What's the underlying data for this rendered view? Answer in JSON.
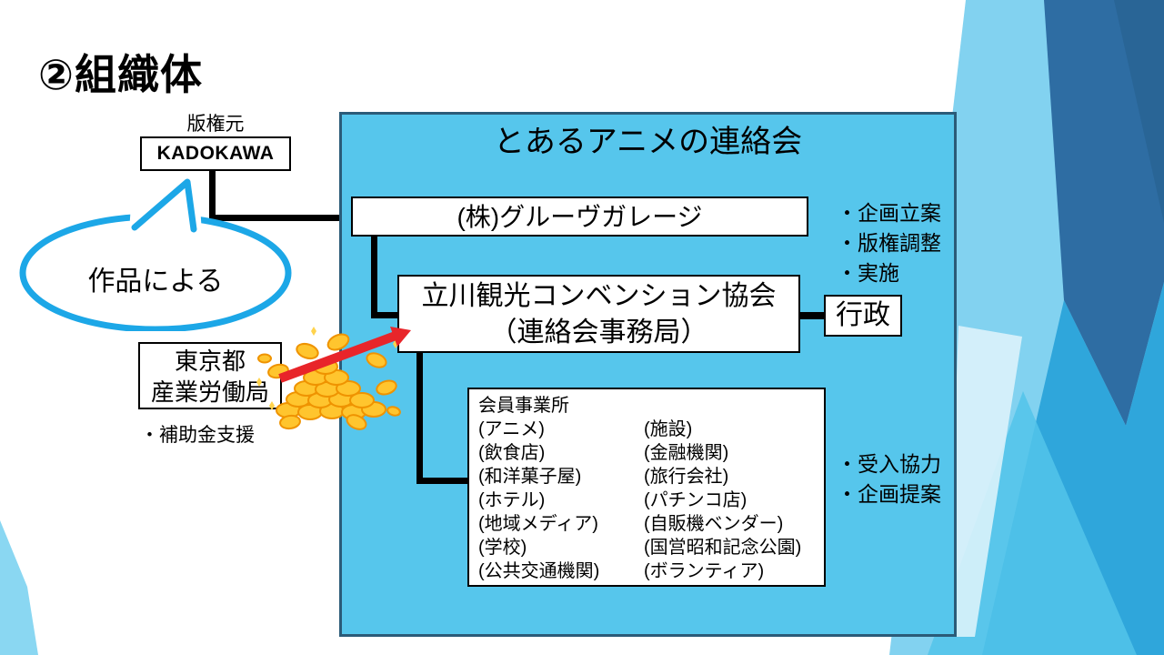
{
  "slide": {
    "title": "②組織体",
    "licensor": {
      "label": "版権元",
      "name": "KADOKAWA"
    },
    "bubble": {
      "text": "作品による"
    },
    "council": {
      "title": "とあるアニメの連絡会",
      "groove": {
        "name": "(株)グルーヴガレージ",
        "roles": [
          "・企画立案",
          "・版権調整",
          "・実施"
        ]
      },
      "tachikawa": {
        "name": "立川観光コンベンション協会",
        "subtitle": "（連絡会事務局）"
      },
      "gyosei": {
        "name": "行政"
      },
      "members": {
        "header": "会員事業所",
        "left": [
          "(アニメ)",
          "(飲食店)",
          "(和洋菓子屋)",
          "(ホテル)",
          "(地域メディア)",
          "(学校)",
          "(公共交通機関)"
        ],
        "right": [
          "(施設)",
          "(金融機関)",
          "(旅行会社)",
          "(パチンコ店)",
          "(自販機ベンダー)",
          "(国営昭和記念公園)",
          "(ボランティア)"
        ],
        "roles": [
          "・受入協力",
          "・企画提案"
        ]
      }
    },
    "tokyo": {
      "line1": "東京都",
      "line2": "産業労働局",
      "bullet": "・補助金支援"
    }
  },
  "colors": {
    "council_fill": "#56C6EC",
    "council_border": "#2B5B78",
    "bubble_stroke": "#1CA7E7",
    "arrow_red": "#E8252A",
    "coin_gold": "#FFC52E",
    "coin_outline": "#EF9300",
    "bg_band": "#82D2F0",
    "bg_dark": "#2E6DA3",
    "bg_mid": "#2AA3D9"
  }
}
